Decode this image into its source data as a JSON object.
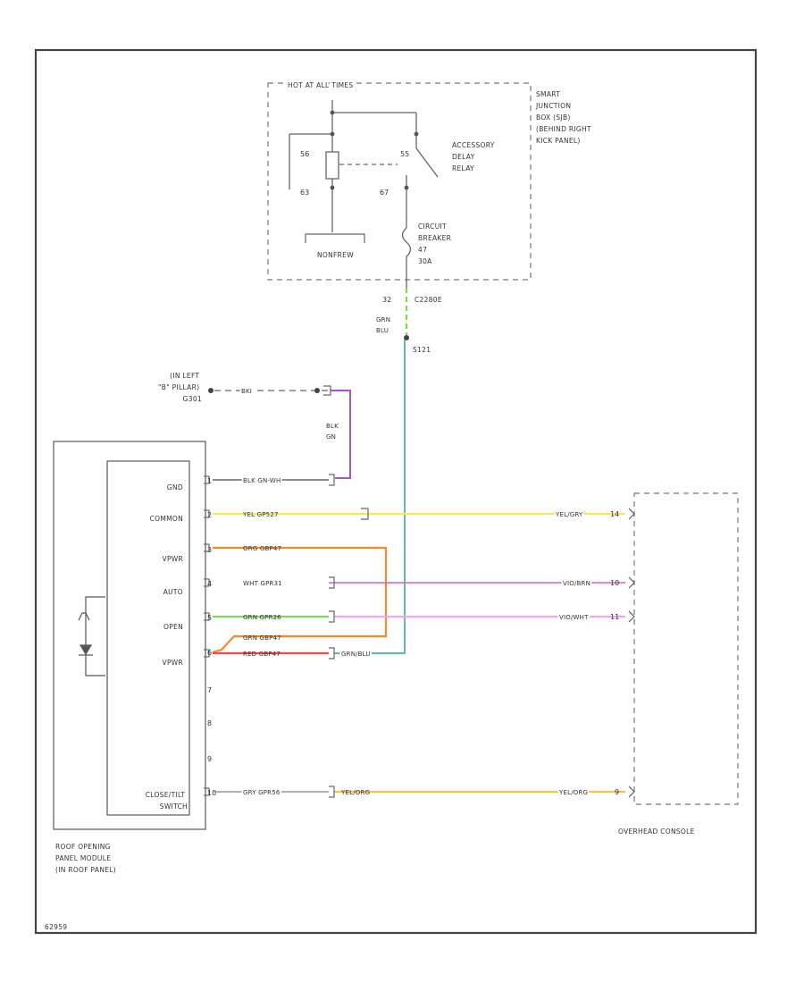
{
  "hotpanel": {
    "text": "HOT AT ALL TIMES"
  },
  "junction_box": {
    "lines": [
      "SMART",
      "JUNCTION",
      "BOX (SJB)",
      "(BEHIND RIGHT",
      "KICK PANEL)"
    ]
  },
  "relay": {
    "lines": [
      "ACCESSORY",
      "DELAY",
      "RELAY"
    ],
    "pin_coil_top": "56",
    "pin_contact_top": "55",
    "pin_coil_bottom": "63",
    "pin_contact_bottom": "67",
    "sub_label": "NONFREW"
  },
  "breaker": {
    "lines": [
      "CIRCUIT",
      "BREAKER",
      "47",
      "30A"
    ]
  },
  "connector": {
    "pin": "32",
    "id": "C2280E",
    "wire_lines": [
      "GRN",
      "BLU"
    ],
    "splice": "S121"
  },
  "ground": {
    "lines": [
      "(IN LEFT",
      "\"B\" PILLAR)",
      "G301"
    ],
    "wire": "BKI",
    "wire2_lines": [
      "BLK",
      "GN"
    ]
  },
  "module": {
    "lines": [
      "ROOF OPENING",
      "PANEL MODULE",
      "(IN ROOF PANEL)"
    ],
    "bottom_label_lines": [
      "CLOSE/TILT",
      "SWITCH"
    ],
    "pins": [
      {
        "name": "GND",
        "num": "1",
        "wire": "BLK GN-WH"
      },
      {
        "name": "COMMON",
        "num": "2",
        "wire": "YEL GP527"
      },
      {
        "name": "VPWR",
        "num": "3",
        "wire": "ORG GBP47"
      },
      {
        "name": "AUTO",
        "num": "4",
        "wire": "WHT GPR31"
      },
      {
        "name": "OPEN",
        "num": "5",
        "wire": "GRN GPR26"
      },
      {
        "name": "VPWR",
        "num": "6",
        "wire": "GRN GBP47"
      },
      {
        "name": "",
        "num": "",
        "wire": "RED GBP47"
      },
      {
        "name": "",
        "num": "7",
        "wire": ""
      },
      {
        "name": "",
        "num": "8",
        "wire": ""
      },
      {
        "name": "",
        "num": "9",
        "wire": ""
      },
      {
        "name": "",
        "num": "10",
        "wire": "GRY GPR56"
      }
    ]
  },
  "console": {
    "label": "OVERHEAD CONSOLE",
    "pins": [
      {
        "wire": "YEL/GRY",
        "num": "14"
      },
      {
        "wire": "VIO/BRN",
        "num": "10"
      },
      {
        "wire": "VIO/WHT",
        "num": "11"
      },
      {
        "wire": "YEL/ORG",
        "num": "9"
      }
    ]
  },
  "trunk_wire": {
    "lines": [
      "GRN/BLU",
      "YEL/ORG"
    ]
  },
  "figure_id": "62959",
  "colors": {
    "yellow": "#f2ea5c",
    "orange": "#f08a2e",
    "magenta": "#e35cc0",
    "violet": "#f0a8f2",
    "green": "#7ed957",
    "red": "#ee4b4b",
    "teal": "#6fb3ad",
    "purple": "#a855c8",
    "gold": "#f2c255",
    "ink": "#555555"
  }
}
